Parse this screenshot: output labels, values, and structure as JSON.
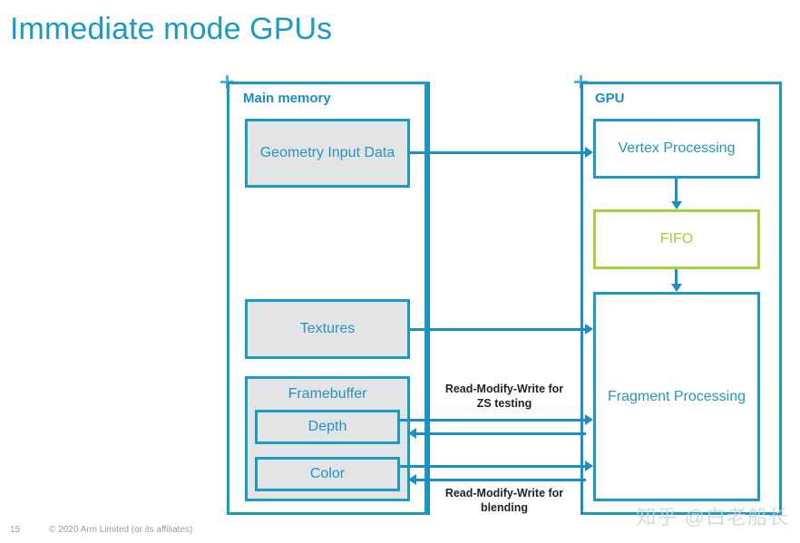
{
  "slide": {
    "title": "Immediate mode GPUs",
    "title_color": "#1b9ac4"
  },
  "diagram": {
    "containers": [
      {
        "id": "main-memory",
        "label": "Main memory"
      },
      {
        "id": "gpu",
        "label": "GPU"
      }
    ],
    "blocks": [
      {
        "id": "geometry-input-data",
        "label": "Geometry Input Data",
        "fill": "#e3e4e6",
        "stroke": "#1b9ac4",
        "text_color": "#2594c0"
      },
      {
        "id": "textures",
        "label": "Textures",
        "fill": "#e3e4e6",
        "stroke": "#1b9ac4",
        "text_color": "#2594c0"
      },
      {
        "id": "framebuffer",
        "label": "Framebuffer",
        "fill": "#e3e4e6",
        "stroke": "#1b9ac4",
        "text_color": "#2594c0"
      },
      {
        "id": "depth",
        "label": "Depth",
        "fill": "#e3e4e6",
        "stroke": "#1b9ac4",
        "text_color": "#2594c0"
      },
      {
        "id": "color",
        "label": "Color",
        "fill": "#e3e4e6",
        "stroke": "#1b9ac4",
        "text_color": "#2594c0"
      },
      {
        "id": "vertex-processing",
        "label": "Vertex Processing",
        "fill": "#ffffff",
        "stroke": "#1b9ac4",
        "text_color": "#2594c0"
      },
      {
        "id": "fifo",
        "label": "FIFO",
        "fill": "#ffffff",
        "stroke": "#a8ce38",
        "text_color": "#a8ce38"
      },
      {
        "id": "fragment-processing",
        "label": "Fragment Processing",
        "fill": "#ffffff",
        "stroke": "#1b9ac4",
        "text_color": "#2594c0"
      }
    ],
    "annotations": [
      {
        "id": "zs-testing",
        "text": "Read-Modify-Write for\nZS testing"
      },
      {
        "id": "blending",
        "text": "Read-Modify-Write for\nblending"
      }
    ],
    "connector_color": "#1b8ec4"
  },
  "footer": {
    "page_number": "15",
    "copyright": "© 2020 Arm Limited (or its affiliates)"
  },
  "watermark": {
    "text": "知乎 @白老船长"
  }
}
